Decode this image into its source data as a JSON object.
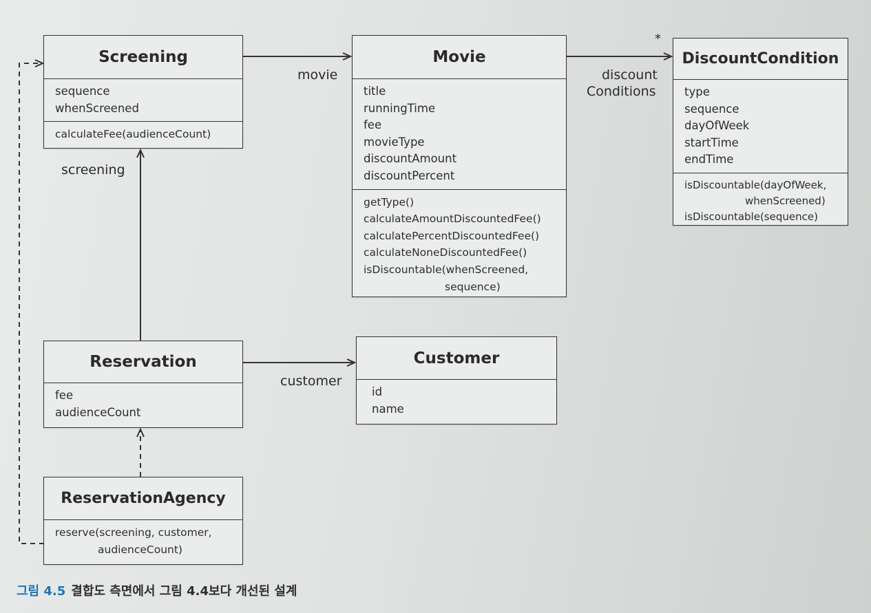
{
  "classes": {
    "screening": {
      "name": "Screening",
      "attributes": [
        "sequence",
        "whenScreened"
      ],
      "methods": [
        "calculateFee(audienceCount)"
      ]
    },
    "movie": {
      "name": "Movie",
      "attributes": [
        "title",
        "runningTime",
        "fee",
        "movieType",
        "discountAmount",
        "discountPercent"
      ],
      "methods": [
        "getType()",
        "calculateAmountDiscountedFee()",
        "calculatePercentDiscountedFee()",
        "calculateNoneDiscountedFee()",
        "isDiscountable(whenScreened,",
        "sequence)"
      ]
    },
    "discountCondition": {
      "name": "DiscountCondition",
      "attributes": [
        "type",
        "sequence",
        "dayOfWeek",
        "startTime",
        "endTime"
      ],
      "methods": [
        "isDiscountable(dayOfWeek,",
        "whenScreened)",
        "isDiscountable(sequence)"
      ]
    },
    "reservation": {
      "name": "Reservation",
      "attributes": [
        "fee",
        "audienceCount"
      ]
    },
    "customer": {
      "name": "Customer",
      "attributes": [
        "id",
        "name"
      ]
    },
    "reservationAgency": {
      "name": "ReservationAgency",
      "methods": [
        "reserve(screening, customer,",
        "audienceCount)"
      ]
    }
  },
  "associations": {
    "movie_label": "movie",
    "discount_label_line1": "discount",
    "discount_label_line2": "Conditions",
    "multiplicity": "*",
    "screening_label": "screening",
    "customer_label": "customer"
  },
  "caption": {
    "figure": "그림 4.5",
    "text": "결합도 측면에서 그림 4.4보다 개선된 설계"
  }
}
